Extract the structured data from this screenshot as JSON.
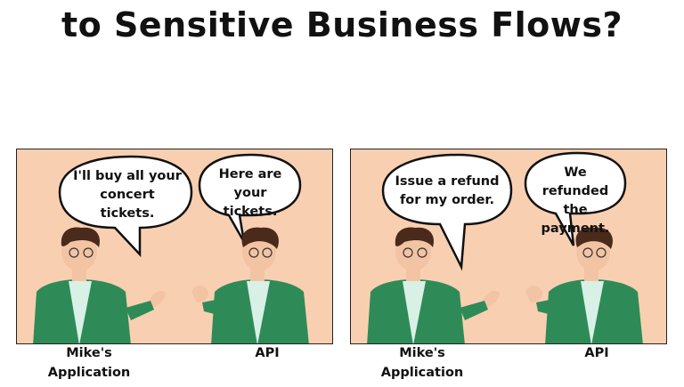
{
  "title": "to Sensitive Business Flows?",
  "colors": {
    "background": "#f9cfb2",
    "jacket": "#2e8b57",
    "shirt": "#d8f0e6",
    "skin": "#f2c4a3",
    "hair": "#4a2a1a"
  },
  "panels": [
    {
      "left_bubble": "I'll buy all your concert tickets.",
      "right_bubble": "Here are your tickets.",
      "left_caption": "Mike's Application",
      "right_caption": "API"
    },
    {
      "left_bubble": "Issue a refund for my order.",
      "right_bubble": "We refunded the payment.",
      "left_caption": "Mike's Application",
      "right_caption": "API"
    }
  ]
}
